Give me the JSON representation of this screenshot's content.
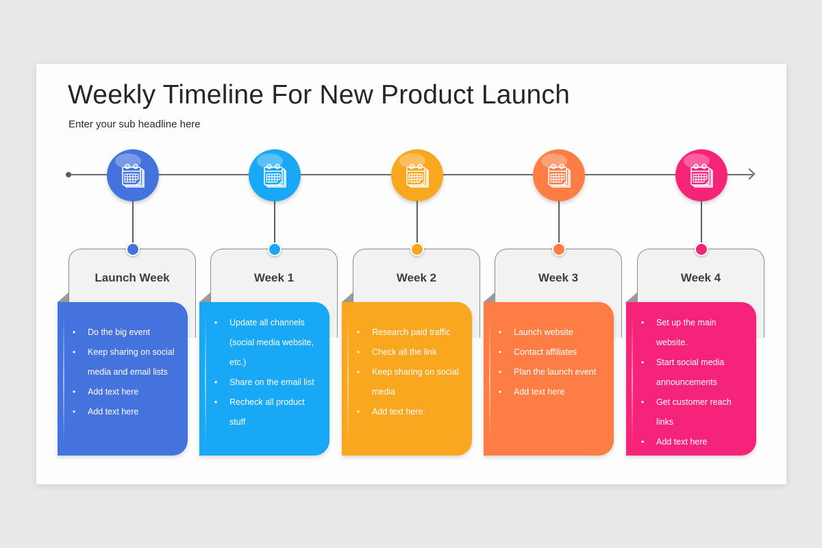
{
  "slide": {
    "title": "Weekly Timeline For New Product Launch",
    "subtitle": "Enter your sub headline here"
  },
  "timeline": {
    "icon": "calendar-icon",
    "stages": [
      {
        "label": "Launch Week",
        "color": "#4573de",
        "items": [
          "Do the big event",
          "Keep sharing on social media and email lists",
          "Add text here",
          "Add text here"
        ]
      },
      {
        "label": "Week 1",
        "color": "#19a8f5",
        "items": [
          "Update all channels (social media website, etc.)",
          "Share on the email list",
          "Recheck  all product stuff"
        ]
      },
      {
        "label": "Week 2",
        "color": "#f9a71e",
        "items": [
          "Research paid traffic",
          "Check all the link",
          "Keep sharing on social media",
          "Add text here."
        ]
      },
      {
        "label": "Week 3",
        "color": "#fd7d45",
        "items": [
          "Launch website",
          "Contact affiliates",
          "Plan the launch event",
          "Add text here"
        ]
      },
      {
        "label": "Week 4",
        "color": "#f5237a",
        "items": [
          "Set up the main website.",
          "Start social media announcements",
          "Get customer reach links",
          "Add text here"
        ]
      }
    ]
  }
}
